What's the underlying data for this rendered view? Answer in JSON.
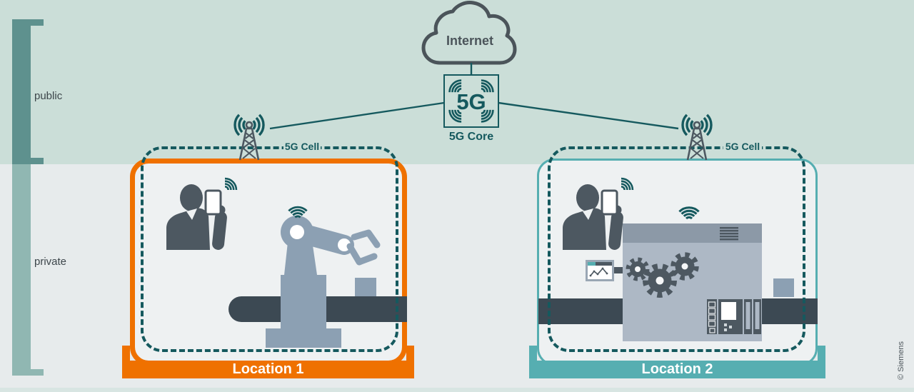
{
  "zones": {
    "public_label": "public",
    "private_label": "private"
  },
  "network": {
    "internet_label": "Internet",
    "core_label": "5G",
    "core_caption": "5G Core",
    "cell_left_label": "5G Cell",
    "cell_right_label": "5G Cell"
  },
  "locations": [
    {
      "label": "Location 1",
      "accent_color": "#ef7100"
    },
    {
      "label": "Location 2",
      "accent_color": "#56aeb1"
    }
  ],
  "copyright": "© Siemens",
  "theme": {
    "band_public": "#cbded8",
    "band_private": "#e7ebec",
    "band_footer": "#d8e5e2",
    "bracket_public": "#5e918e",
    "bracket_private": "#90b7b2",
    "dark_teal": "#15595e",
    "teal": "#56aeb1",
    "orange": "#ef7100",
    "slate": "#4d5861",
    "conveyor": "#3c4953",
    "steel": "#8ca0b3",
    "machine_body": "#adb8c5",
    "machine_header": "#8c99a7",
    "hmi_frame": "#9aa7b4",
    "cloud_gray": "#4b545a",
    "interior": "#eef1f2",
    "text_dark": "#3d464b"
  }
}
